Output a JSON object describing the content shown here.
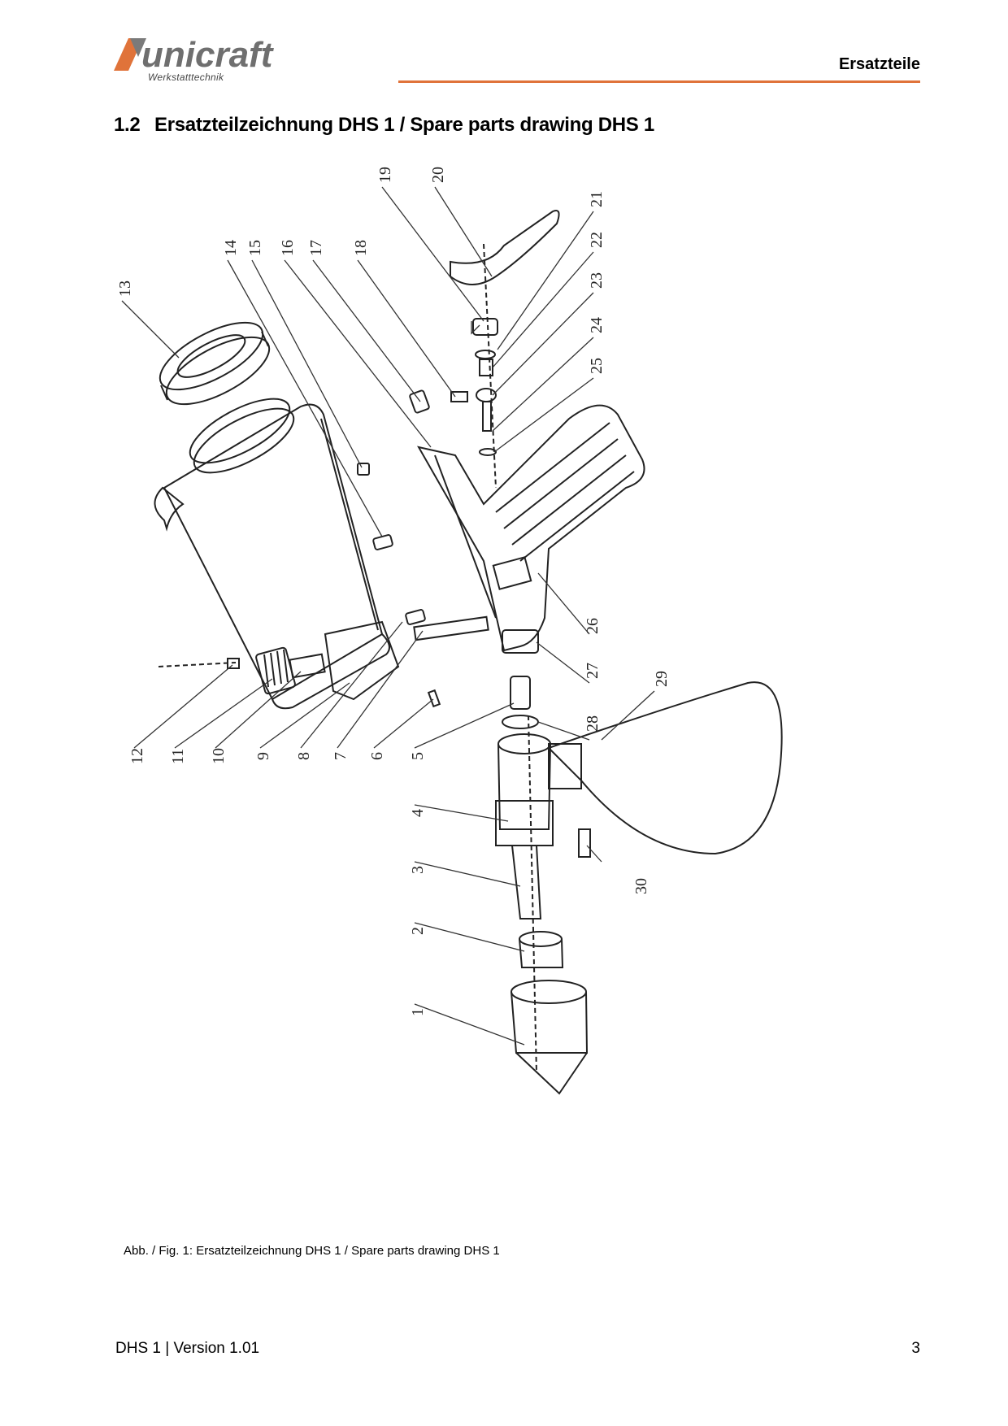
{
  "header": {
    "brand": "unicraft",
    "brand_tagline": "Werkstatttechnik",
    "section_label": "Ersatzteile",
    "accent_color": "#e0733a"
  },
  "heading": {
    "number": "1.2",
    "title": "Ersatzteilzeichnung DHS 1 / Spare parts drawing DHS 1"
  },
  "drawing": {
    "callouts": [
      "1",
      "2",
      "3",
      "4",
      "5",
      "6",
      "7",
      "8",
      "9",
      "10",
      "11",
      "12",
      "13",
      "14",
      "15",
      "16",
      "17",
      "18",
      "19",
      "20",
      "21",
      "22",
      "23",
      "24",
      "25",
      "26",
      "27",
      "28",
      "29",
      "30"
    ]
  },
  "caption": "Abb. / Fig. 1: Ersatzteilzeichnung DHS 1 / Spare parts drawing DHS 1",
  "footer": {
    "doc": "DHS 1 | Version 1.01",
    "page": "3"
  }
}
